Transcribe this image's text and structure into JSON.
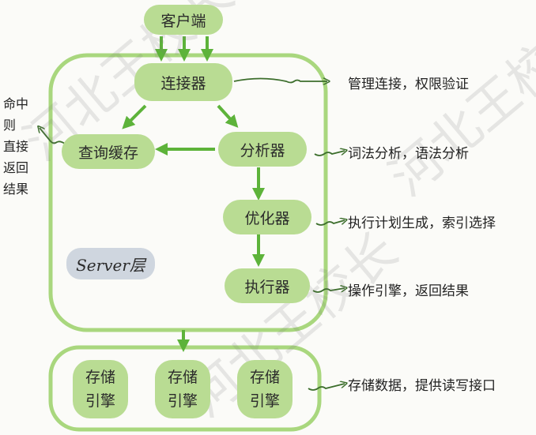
{
  "colors": {
    "node_fill": "#b9dc93",
    "frame_stroke": "#a9d77e",
    "arrow_green": "#5db33a",
    "note_arrow": "#3c6e2c",
    "server_label_bg": "#cfd6df"
  },
  "nodes": {
    "client": "客户端",
    "connector": "连接器",
    "query_cache": "查询缓存",
    "analyzer": "分析器",
    "optimizer": "优化器",
    "executor": "执行器"
  },
  "server_label": "Server层",
  "engines": [
    {
      "line1": "存储",
      "line2": "引擎"
    },
    {
      "line1": "存储",
      "line2": "引擎"
    },
    {
      "line1": "存储",
      "line2": "引擎"
    }
  ],
  "notes": {
    "connector": "管理连接，权限验证",
    "analyzer": "词法分析，语法分析",
    "optimizer": "执行计划生成，索引选择",
    "executor": "操作引擎，返回结果",
    "engines": "存储数据，提供读写接口"
  },
  "cache_hit_lines": [
    "命中",
    "则",
    "直接",
    "返回",
    "结果"
  ],
  "watermark": "河北王校长"
}
